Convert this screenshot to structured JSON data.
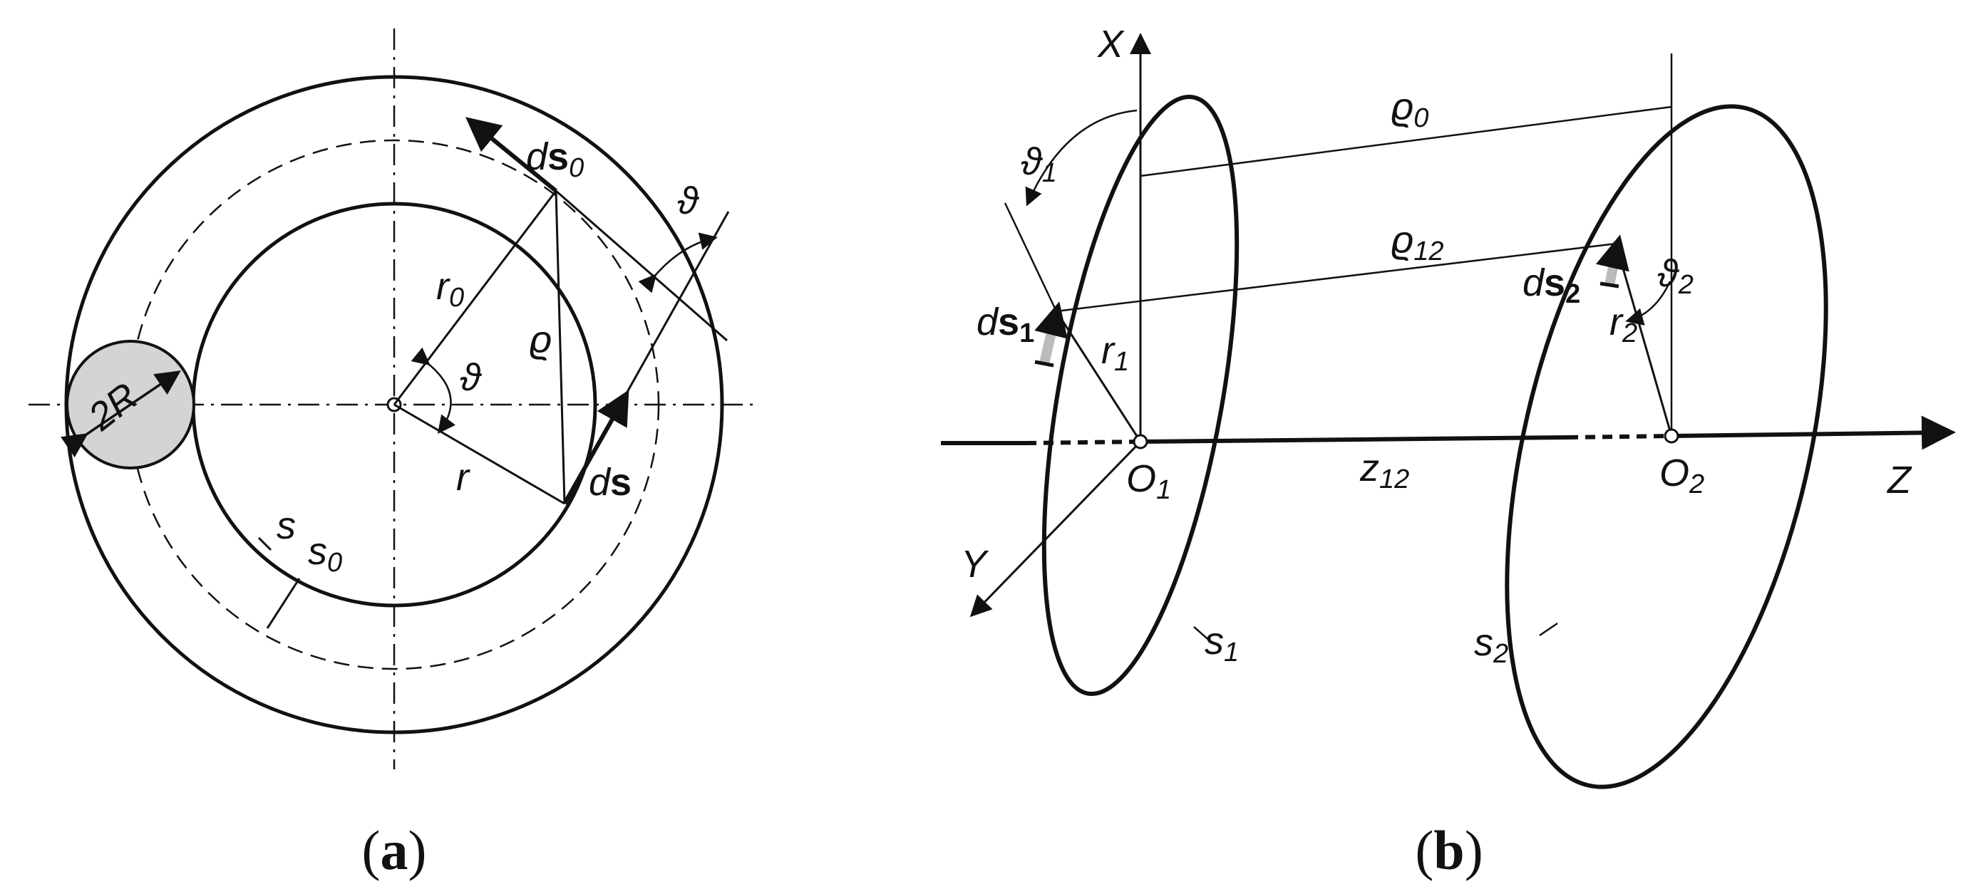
{
  "panel_a": {
    "caption_open": "(",
    "caption_letter": "a",
    "caption_close": ")",
    "label_2R": "2R",
    "label_ds0_d": "d",
    "label_ds0_s": "s",
    "label_ds0_sub": "0",
    "label_r0": "r",
    "label_r0_sub": "0",
    "label_rho": "ϱ",
    "label_theta_center": "ϑ",
    "label_theta_right": "ϑ",
    "label_r": "r",
    "label_ds_d": "d",
    "label_ds_s": "s",
    "label_s": "s",
    "label_s0": "s",
    "label_s0_sub": "0"
  },
  "panel_b": {
    "caption_open": "(",
    "caption_letter": "b",
    "caption_close": ")",
    "axis_x": "X",
    "axis_y": "Y",
    "axis_z": "Z",
    "label_theta1": "ϑ",
    "label_theta1_sub": "1",
    "label_rho0": "ϱ",
    "label_rho0_sub": "0",
    "label_rho12": "ϱ",
    "label_rho12_sub": "12",
    "label_theta2": "ϑ",
    "label_theta2_sub": "2",
    "label_ds1_d": "d",
    "label_ds1_s": "s",
    "label_ds1_sub": "1",
    "label_ds2_d": "d",
    "label_ds2_s": "s",
    "label_ds2_sub": "2",
    "label_r1": "r",
    "label_r1_sub": "1",
    "label_r2": "r",
    "label_r2_sub": "2",
    "label_O1": "O",
    "label_O1_sub": "1",
    "label_O2": "O",
    "label_O2_sub": "2",
    "label_z12": "z",
    "label_z12_sub": "12",
    "label_s1": "s",
    "label_s1_sub": "1",
    "label_s2": "s",
    "label_s2_sub": "2"
  }
}
